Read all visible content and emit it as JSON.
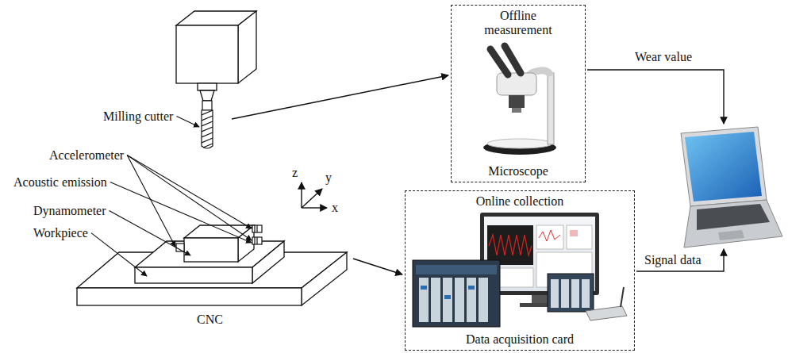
{
  "diagram": {
    "nodes": [
      {
        "text": [
          "Offline measurement",
          "Microscope"
        ]
      },
      {
        "text": [
          "Online collection",
          "Data acquisition card"
        ]
      }
    ],
    "labels": [
      "Milling cutter",
      "Accelerometer",
      "Acoustic emission",
      "Dynamometer",
      "Workpiece",
      "CNC",
      "z",
      "y",
      "x",
      "Wear value",
      "Signal data"
    ]
  }
}
